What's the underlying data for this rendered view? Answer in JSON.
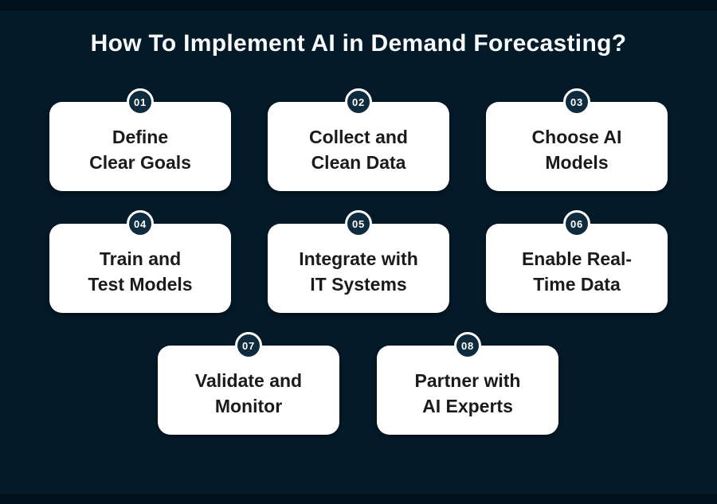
{
  "title": "How To Implement AI in Demand Forecasting?",
  "colors": {
    "background": "#041A28",
    "edge_band": "#02121D",
    "card_background": "#FFFFFF",
    "card_text": "#1B1B1B",
    "badge_background": "#0E2C3D",
    "badge_ring": "#FFFFFF",
    "badge_text": "#FFFFFF",
    "title_text": "#F8FAFB"
  },
  "steps": [
    {
      "num": "01",
      "line1": "Define",
      "line2": "Clear Goals"
    },
    {
      "num": "02",
      "line1": "Collect and",
      "line2": "Clean Data"
    },
    {
      "num": "03",
      "line1": "Choose AI",
      "line2": "Models"
    },
    {
      "num": "04",
      "line1": "Train and",
      "line2": "Test Models"
    },
    {
      "num": "05",
      "line1": "Integrate with",
      "line2": "IT Systems"
    },
    {
      "num": "06",
      "line1": "Enable Real-",
      "line2": "Time Data"
    },
    {
      "num": "07",
      "line1": "Validate and",
      "line2": "Monitor"
    },
    {
      "num": "08",
      "line1": "Partner with",
      "line2": "AI Experts"
    }
  ]
}
